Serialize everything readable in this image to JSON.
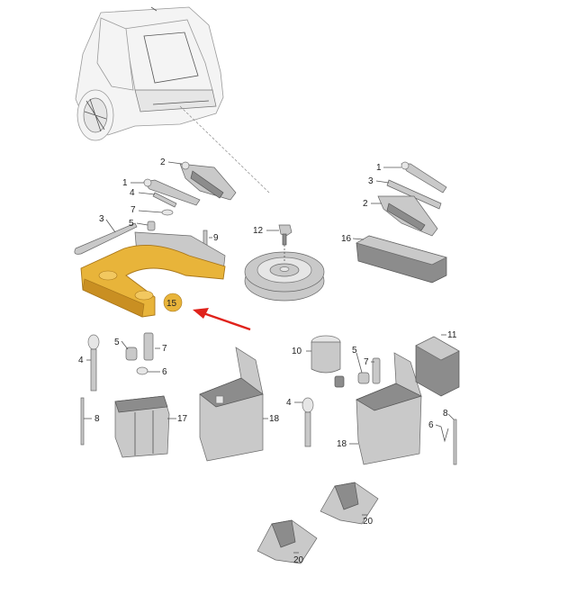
{
  "diagram": {
    "highlight_color": "#e8b43a",
    "arrow_color": "#e0221b",
    "highlighted_part": "15",
    "callouts": [
      {
        "id": "c-2-top",
        "text": "2"
      },
      {
        "id": "c-1-left",
        "text": "1"
      },
      {
        "id": "c-4-left",
        "text": "4"
      },
      {
        "id": "c-7-left",
        "text": "7"
      },
      {
        "id": "c-5-left",
        "text": "5"
      },
      {
        "id": "c-3-left",
        "text": "3"
      },
      {
        "id": "c-9",
        "text": "9"
      },
      {
        "id": "c-15",
        "text": "15"
      },
      {
        "id": "c-12",
        "text": "12"
      },
      {
        "id": "c-1-right",
        "text": "1"
      },
      {
        "id": "c-3-right",
        "text": "3"
      },
      {
        "id": "c-2-right",
        "text": "2"
      },
      {
        "id": "c-16",
        "text": "16"
      },
      {
        "id": "c-5-low",
        "text": "5"
      },
      {
        "id": "c-7-low",
        "text": "7"
      },
      {
        "id": "c-4-low",
        "text": "4"
      },
      {
        "id": "c-6-low",
        "text": "6"
      },
      {
        "id": "c-8-low",
        "text": "8"
      },
      {
        "id": "c-17",
        "text": "17"
      },
      {
        "id": "c-18-mid",
        "text": "18"
      },
      {
        "id": "c-10",
        "text": "10"
      },
      {
        "id": "c-4-mid",
        "text": "4"
      },
      {
        "id": "c-5-mid",
        "text": "5"
      },
      {
        "id": "c-7-mid",
        "text": "7"
      },
      {
        "id": "c-11",
        "text": "11"
      },
      {
        "id": "c-8-right",
        "text": "8"
      },
      {
        "id": "c-6-right",
        "text": "6"
      },
      {
        "id": "c-18-right",
        "text": "18"
      },
      {
        "id": "c-20-right",
        "text": "20"
      },
      {
        "id": "c-20-low",
        "text": "20"
      }
    ]
  }
}
